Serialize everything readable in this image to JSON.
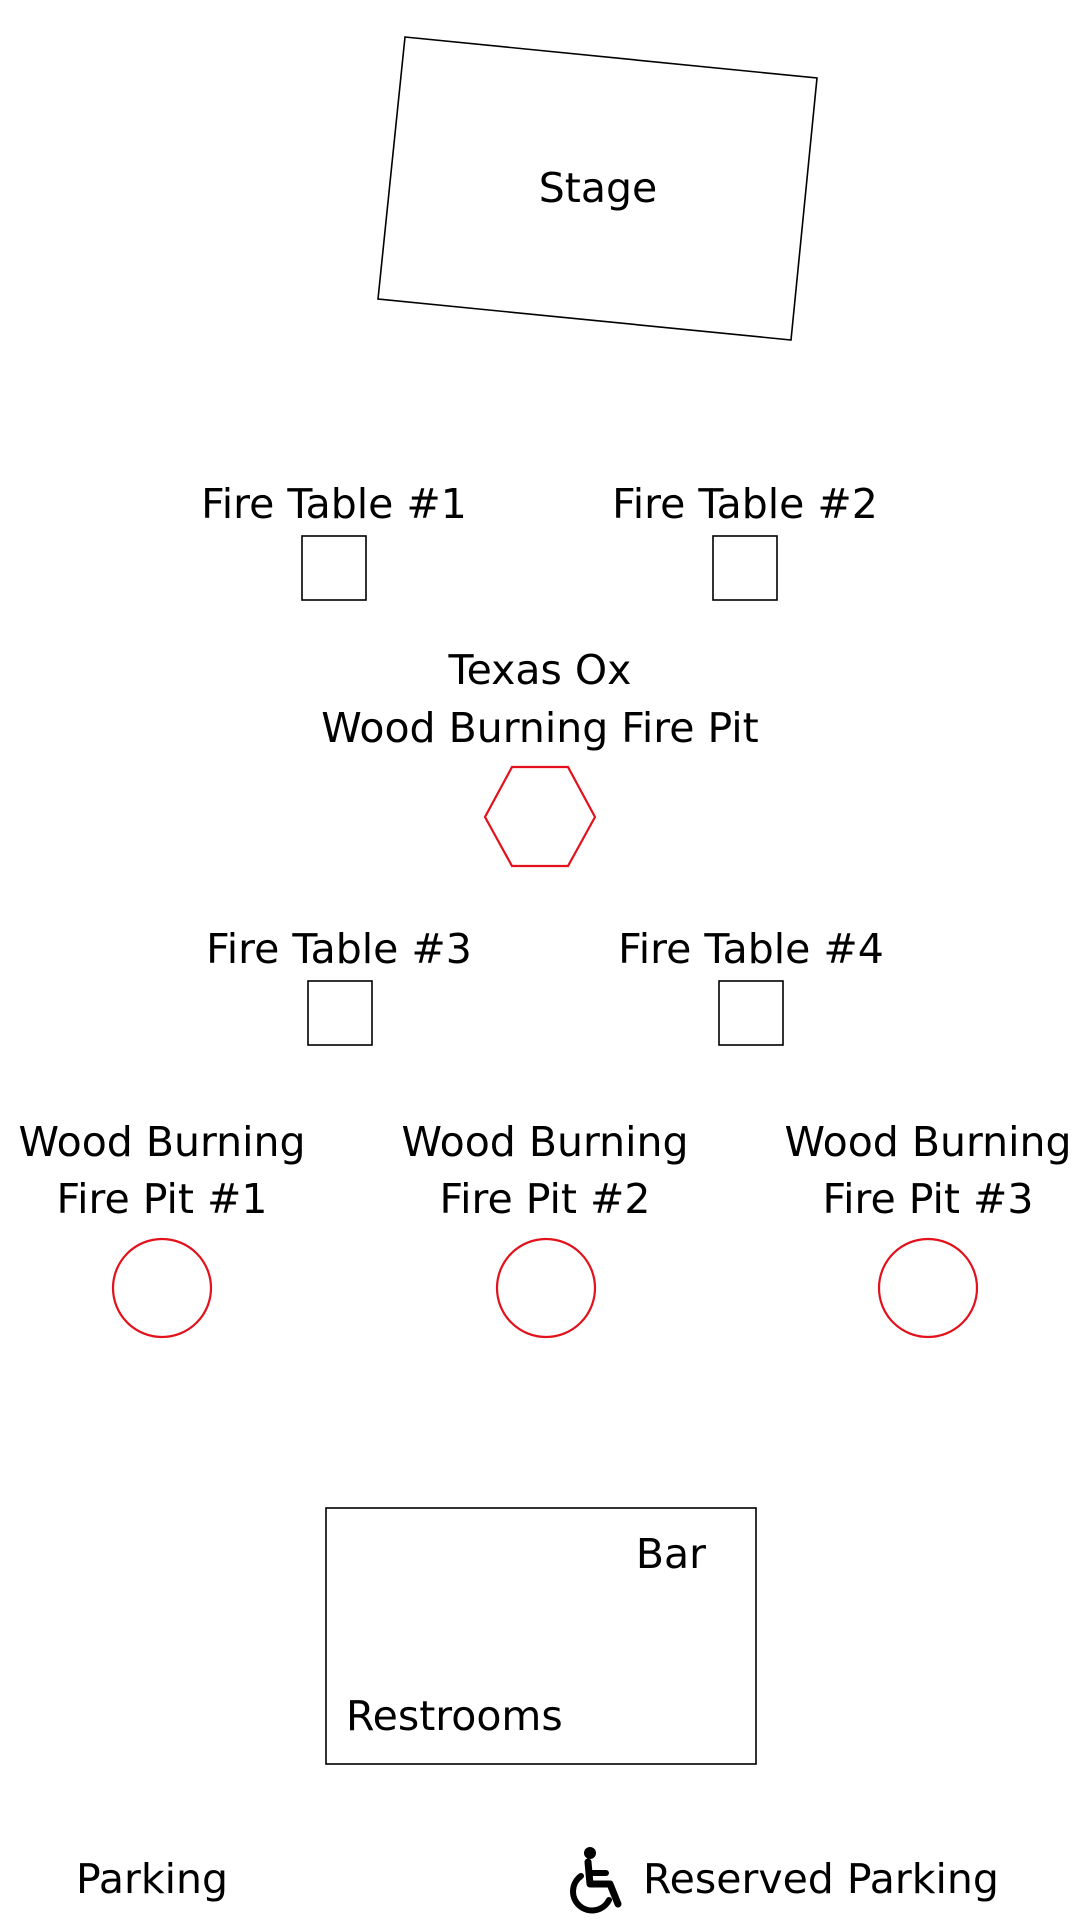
{
  "colors": {
    "outline": "#000000",
    "fire_pit": "#e3111b",
    "background": "#ffffff"
  },
  "areas": {
    "stage": "Stage",
    "bar": "Bar",
    "restrooms": "Restrooms"
  },
  "fire_tables": [
    {
      "label": "Fire Table #1"
    },
    {
      "label": "Fire Table #2"
    },
    {
      "label": "Fire Table #3"
    },
    {
      "label": "Fire Table #4"
    }
  ],
  "center_pit": {
    "line1": "Texas Ox",
    "line2": "Wood Burning Fire Pit"
  },
  "fire_pits": [
    {
      "line1": "Wood Burning",
      "line2": "Fire Pit #1"
    },
    {
      "line1": "Wood Burning",
      "line2": "Fire Pit #2"
    },
    {
      "line1": "Wood Burning",
      "line2": "Fire Pit #3"
    }
  ],
  "parking": {
    "general": "Parking",
    "reserved": "Reserved Parking",
    "reserved_icon": "wheelchair-accessible-icon"
  }
}
